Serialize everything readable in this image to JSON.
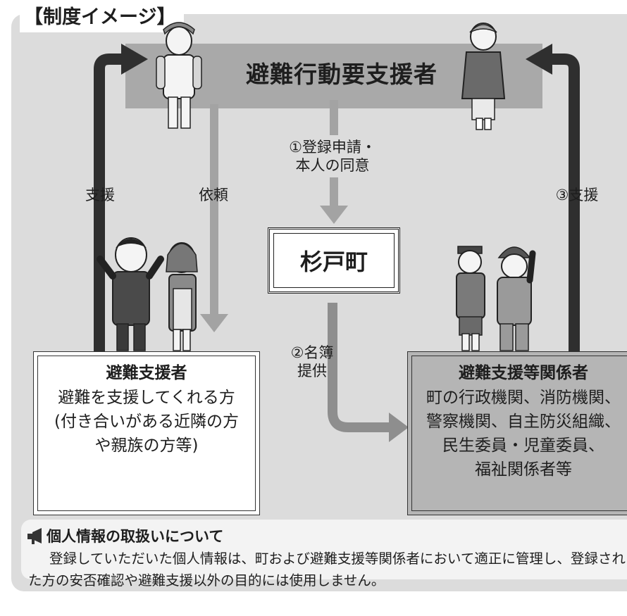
{
  "header": {
    "label": "【制度イメージ】"
  },
  "top": {
    "title": "避難行動要支援者"
  },
  "town": {
    "label": "杉戸町"
  },
  "edges": {
    "step1": "①登録申請・\n本人の同意",
    "step2": "②名簿\n提供",
    "step3": "③支援",
    "request": "依頼",
    "support": "支援"
  },
  "left_box": {
    "title": "避難支援者",
    "body": [
      "避難を支援してくれる方",
      "(付き合いがある近隣の方",
      "や親族の方等)"
    ]
  },
  "right_box": {
    "title": "避難支援等関係者",
    "body": [
      "町の行政機関、消防機関、",
      "警察機関、自主防災組織、",
      "民生委員・児童委員、",
      "福祉関係者等"
    ]
  },
  "notice": {
    "icon": "megaphone-icon",
    "title": "個人情報の取扱いについて",
    "body": "登録していただいた個人情報は、町および避難支援等関係者において適正に管理し、登録された方の安否確認や避難支援以外の目的には使用しません。"
  },
  "figures": [
    "elderly-man-figure",
    "elderly-woman-figure",
    "businessman-figure",
    "apron-woman-figure",
    "police-officer-figure",
    "firefighter-figure"
  ]
}
